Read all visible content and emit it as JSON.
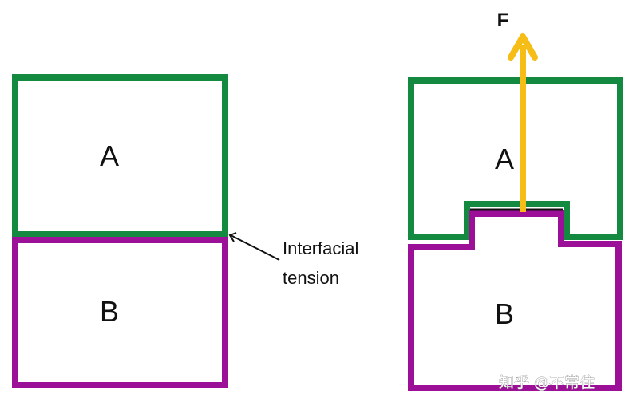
{
  "left_panel": {
    "top_block_label": "A",
    "bottom_block_label": "B",
    "annotation_line1": "Interfacial",
    "annotation_line2": "tension"
  },
  "right_panel": {
    "top_block_label": "A",
    "bottom_block_label": "B",
    "force_label": "F"
  },
  "watermark": "知乎 @不常住",
  "colors": {
    "block_a_outline": "#138a3f",
    "block_b_outline": "#9c0f97",
    "force_arrow": "#f6bd16",
    "interface_line": "#111111",
    "annotation_arrow": "#111111"
  }
}
